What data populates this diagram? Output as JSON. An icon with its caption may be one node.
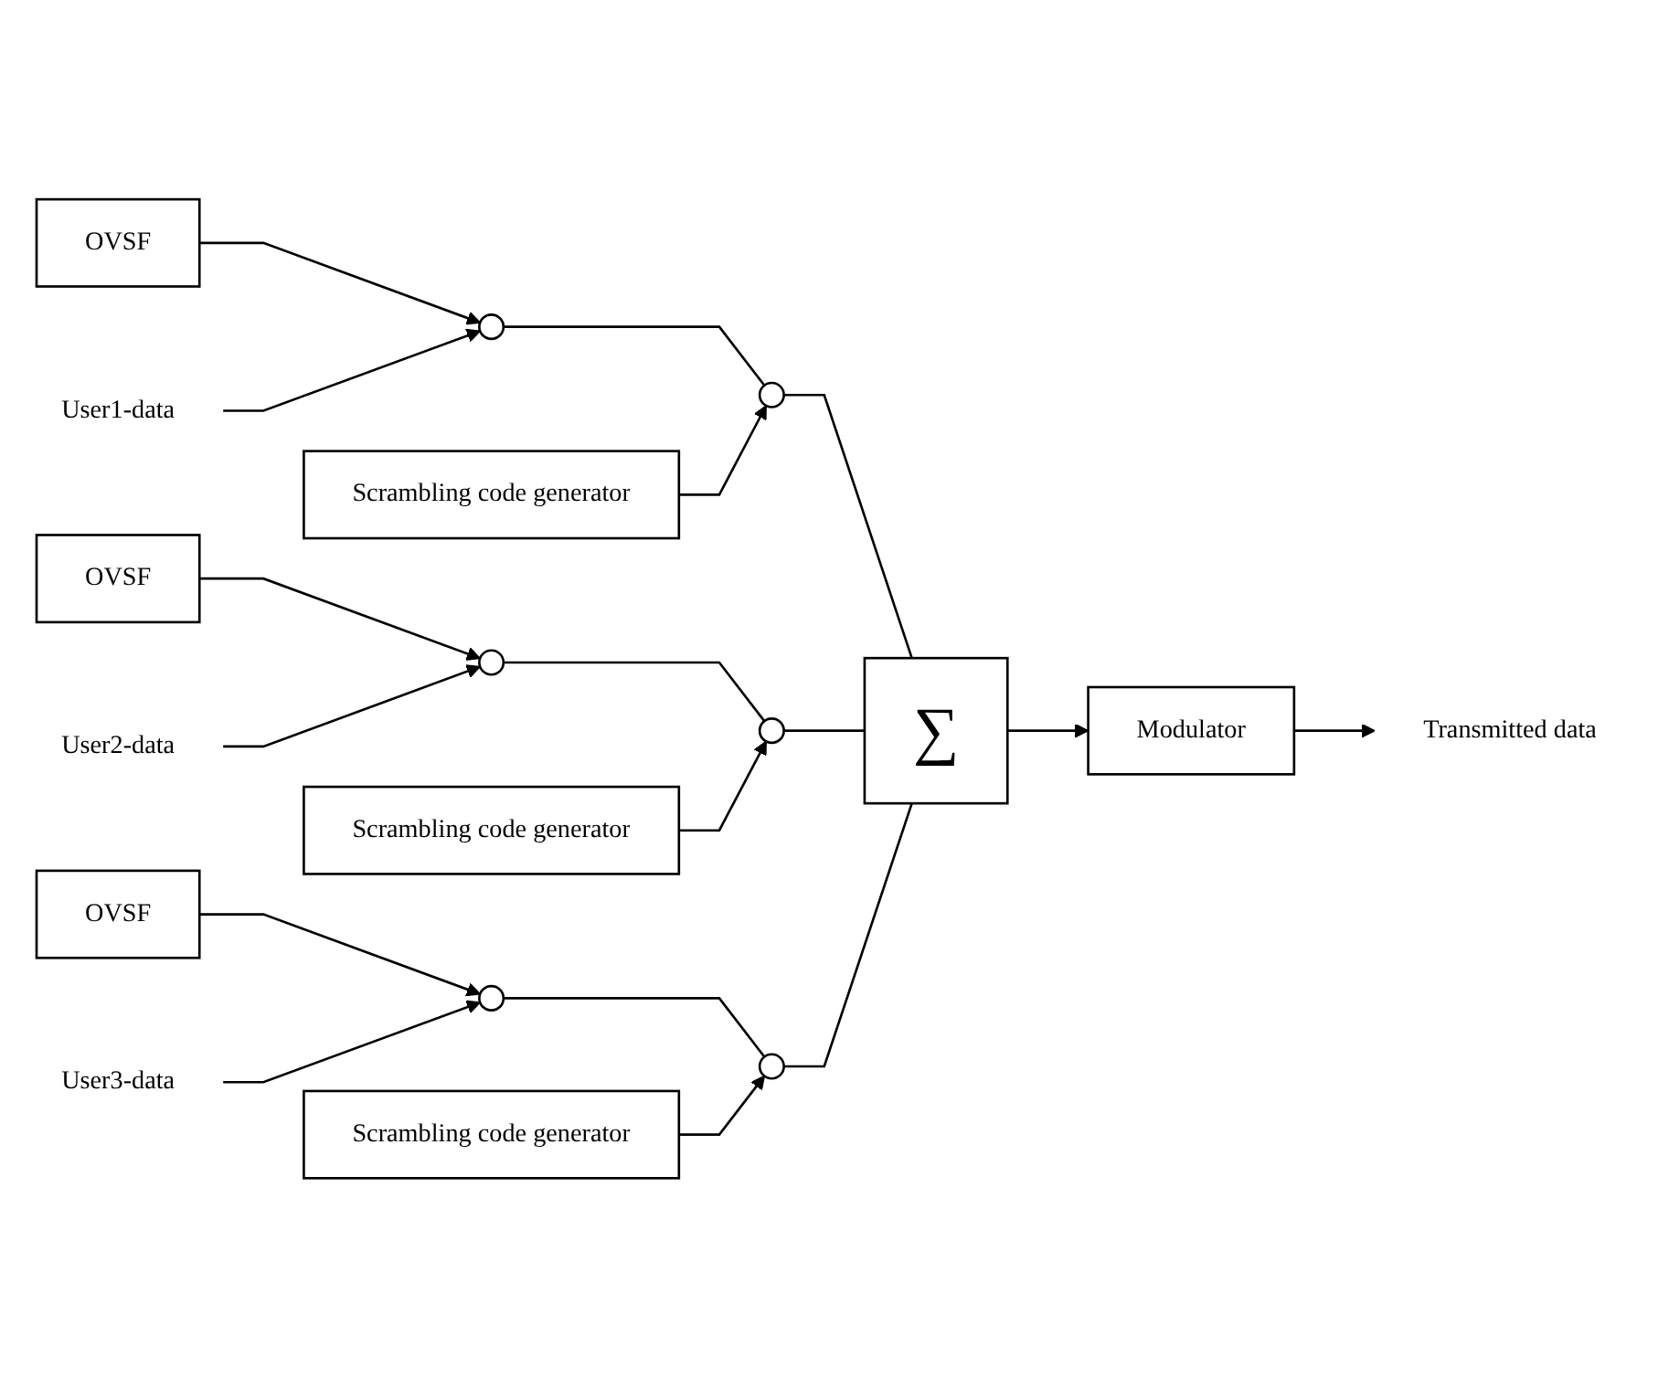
{
  "diagram": {
    "nodes": [
      {
        "text": [
          "OVSF"
        ]
      },
      {
        "text": [
          "User1-data"
        ]
      },
      {
        "text": [],
        "shape": "circle"
      },
      {
        "text": [],
        "shape": "circle"
      },
      {
        "text": [
          "∑"
        ]
      },
      {
        "text": [
          "Scrambling code generator"
        ]
      },
      {
        "text": [
          "OVSF"
        ]
      },
      {
        "text": [
          "Modulator"
        ]
      },
      {
        "text": [
          "User2-data"
        ]
      },
      {
        "text": [],
        "shape": "circle"
      },
      {
        "text": [],
        "shape": "circle"
      },
      {
        "text": [
          "Transmitted data"
        ]
      },
      {
        "text": [
          "OVSF"
        ]
      },
      {
        "text": [
          "Scrambling code generator"
        ]
      },
      {
        "text": [
          "User3-data"
        ]
      },
      {
        "text": [],
        "shape": "circle"
      },
      {
        "text": [],
        "shape": "circle"
      },
      {
        "text": [
          "Scrambling code generator"
        ]
      }
    ],
    "edges": [
      {
        "from": 0,
        "to": 2,
        "arrow": "to"
      },
      {
        "from": 1,
        "to": 2,
        "arrow": "to"
      },
      {
        "from": 2,
        "to": 3,
        "arrow": "none"
      },
      {
        "from": 5,
        "to": 3,
        "arrow": "to"
      },
      {
        "from": 3,
        "to": 4,
        "arrow": "none"
      },
      {
        "from": 6,
        "to": 9,
        "arrow": "to"
      },
      {
        "from": 8,
        "to": 9,
        "arrow": "to"
      },
      {
        "from": 9,
        "to": 10,
        "arrow": "none"
      },
      {
        "from": 13,
        "to": 10,
        "arrow": "to"
      },
      {
        "from": 10,
        "to": 4,
        "arrow": "none"
      },
      {
        "from": 4,
        "to": 7,
        "arrow": "to"
      },
      {
        "from": 7,
        "to": 11,
        "arrow": "to"
      },
      {
        "from": 12,
        "to": 15,
        "arrow": "to"
      },
      {
        "from": 14,
        "to": 15,
        "arrow": "to"
      },
      {
        "from": 15,
        "to": 16,
        "arrow": "none"
      },
      {
        "from": 17,
        "to": 16,
        "arrow": "to"
      },
      {
        "from": 16,
        "to": 4,
        "arrow": "none"
      }
    ]
  }
}
